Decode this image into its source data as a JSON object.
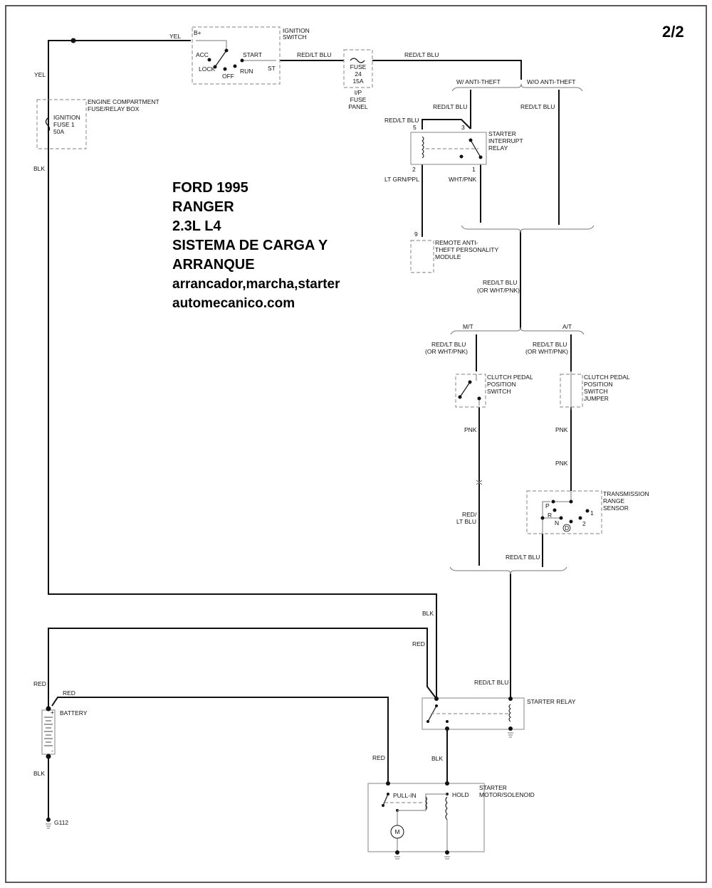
{
  "page_number": "2/2",
  "title": {
    "line1": "FORD 1995",
    "line2": "RANGER",
    "line3": "2.3L L4",
    "line4": "SISTEMA DE CARGA Y",
    "line5": "ARRANQUE",
    "line6": "arrancador,marcha,starter",
    "line7": "automecanico.com"
  },
  "components": {
    "ignition_switch": {
      "name1": "IGNITION",
      "name2": "SWITCH",
      "bplus": "B+",
      "acc": "ACC",
      "lock": "LOCK",
      "off": "OFF",
      "run": "RUN",
      "start": "START",
      "st": "ST"
    },
    "ip_fuse": {
      "l1": "FUSE",
      "l2": "24",
      "l3": "15A",
      "panel1": "I/P",
      "panel2": "FUSE",
      "panel3": "PANEL"
    },
    "engine_box": {
      "name1": "ENGINE COMPARTMENT",
      "name2": "FUSE/RELAY BOX",
      "fuse1": "IGNITION",
      "fuse2": "FUSE 1",
      "fuse3": "50A"
    },
    "interrupt_relay": {
      "name1": "STARTER",
      "name2": "INTERRUPT",
      "name3": "RELAY",
      "pin5": "5",
      "pin3": "3",
      "pin2": "2",
      "pin1": "1"
    },
    "anti_theft_module": {
      "name1": "REMOTE ANTI-",
      "name2": "THEFT PERSONALITY",
      "name3": "MODULE",
      "pin9": "9"
    },
    "clutch_switch": {
      "name1": "CLUTCH PEDAL",
      "name2": "POSITION",
      "name3": "SWITCH"
    },
    "clutch_jumper": {
      "name1": "CLUTCH PEDAL",
      "name2": "POSITION",
      "name3": "SWITCH",
      "name4": "JUMPER"
    },
    "trs": {
      "name1": "TRANSMISSION",
      "name2": "RANGE",
      "name3": "SENSOR",
      "p": "P",
      "r": "R",
      "n": "N",
      "d": "D",
      "one": "1",
      "two": "2"
    },
    "starter_relay": {
      "name": "STARTER RELAY"
    },
    "battery": {
      "name": "BATTERY",
      "plus": "+",
      "minus": "-"
    },
    "ground": {
      "name": "G112"
    },
    "starter_motor": {
      "name1": "STARTER",
      "name2": "MOTOR/SOLENOID",
      "pullin": "PULL-IN",
      "hold": "HOLD",
      "motor": "M"
    }
  },
  "options": {
    "with_antitheft": "W/ ANTI-THEFT",
    "without_antitheft": "W/O ANTI-THEFT",
    "mt": "M/T",
    "at": "A/T"
  },
  "wires": {
    "yel": "YEL",
    "blk": "BLK",
    "red": "RED",
    "red_lt_blu": "RED/LT BLU",
    "or_wht_pnk": "(OR WHT/PNK)",
    "lt_grn_ppl": "LT GRN/PPL",
    "wht_pnk": "WHT/PNK",
    "pnk": "PNK",
    "red_slash": "RED/",
    "lt_blu": "LT BLU"
  }
}
